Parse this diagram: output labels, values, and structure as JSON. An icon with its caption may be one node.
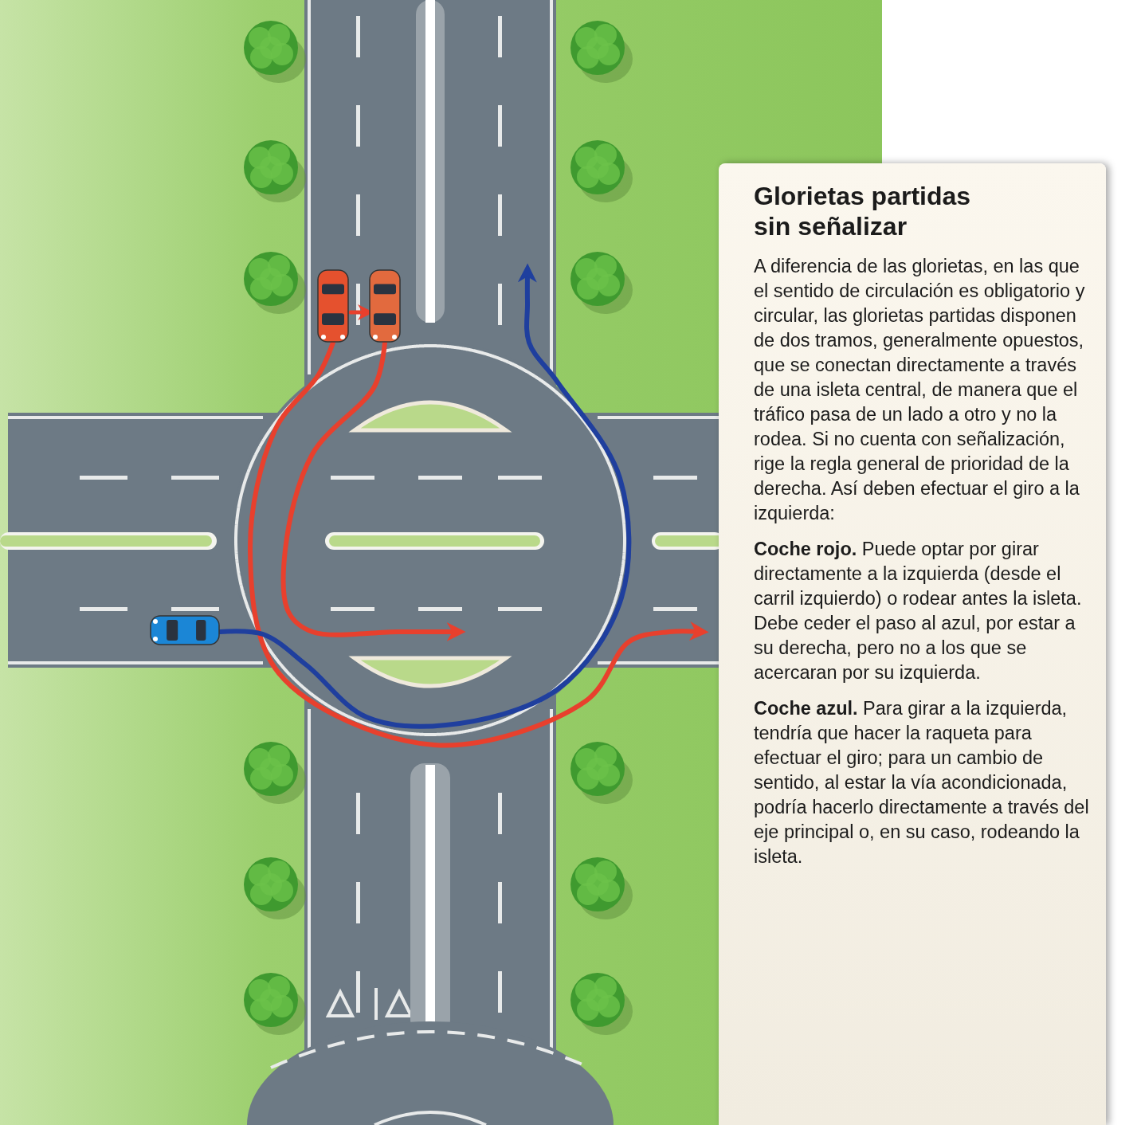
{
  "diagram": {
    "title": "Glorietas partidas sin señalizar",
    "nodes": [
      {
        "text": [],
        "shape": "picture"
      },
      {
        "text": [],
        "shape": "picture"
      },
      {
        "text": [],
        "shape": "picture"
      }
    ],
    "edges": [
      {
        "from": 0,
        "to": 1,
        "arrow": "to",
        "color": "#e8402d"
      },
      {
        "from": 0,
        "to": null,
        "arrow": "to",
        "color": "#e8402d"
      },
      {
        "from": 1,
        "to": null,
        "arrow": "to",
        "color": "#e8402d"
      },
      {
        "from": 2,
        "to": null,
        "arrow": "to",
        "color": "#1f3f9e"
      }
    ],
    "labels": [
      "A diferencia de las glorietas, en las que el sentido de circulación es obligatorio y circular, las glorietas partidas disponen de dos tramos, generalmente opuestos, que se conectan directamente a través de una isleta central, de manera que el tráfico pasa de un lado a otro y no la rodea. Si no cuenta con señalización, rige la regla general de prioridad de la derecha. Así deben efectuar el giro a la izquierda:",
      "**Coche rojo.** Puede optar por girar directamente a la izquierda (desde el carril izquierdo) o rodear antes la isleta. Debe ceder el paso al azul, por estar a su derecha, pero no a los que se acercaran por su izquierda.",
      "**Coche azul.** Para girar a la izquierda, tendría que hacer la raqueta para efectuar el giro; para un cambio de sentido, al estar la vía acondicionada, podría hacerlo directamente a través del eje principal o, en su caso, rodeando la isleta."
    ]
  }
}
